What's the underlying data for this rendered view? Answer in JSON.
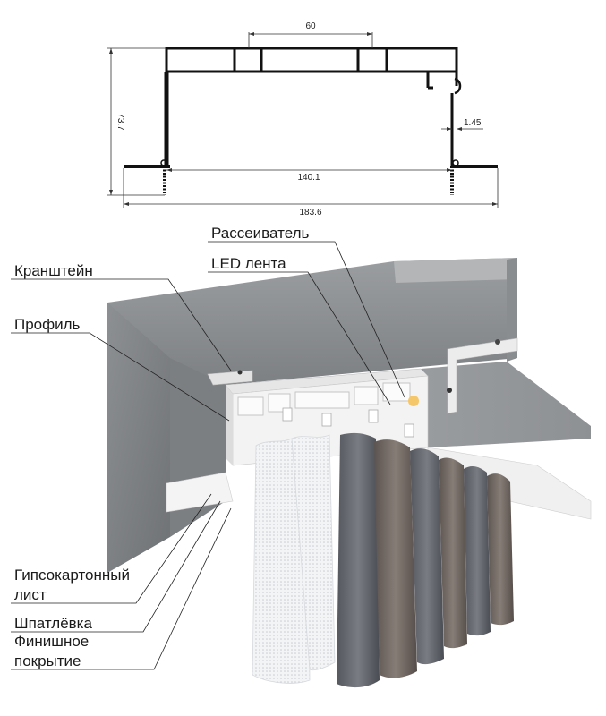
{
  "dimensions": {
    "top_width": "60",
    "height": "73.7",
    "wall": "1.45",
    "inner_width": "140.1",
    "total_width": "183.6"
  },
  "labels": {
    "diffuser": "Рассеиватель",
    "led_strip": "LED лента",
    "bracket": "Кранштейн",
    "profile": "Профиль",
    "drywall_line1": "Гипсокартонный",
    "drywall_line2": "лист",
    "putty": "Шпатлёвка",
    "finish_line1": "Финишное",
    "finish_line2": "покрытие"
  },
  "colors": {
    "concrete": "#8f9294",
    "profile": "#f2f2f2",
    "line": "#111111"
  }
}
